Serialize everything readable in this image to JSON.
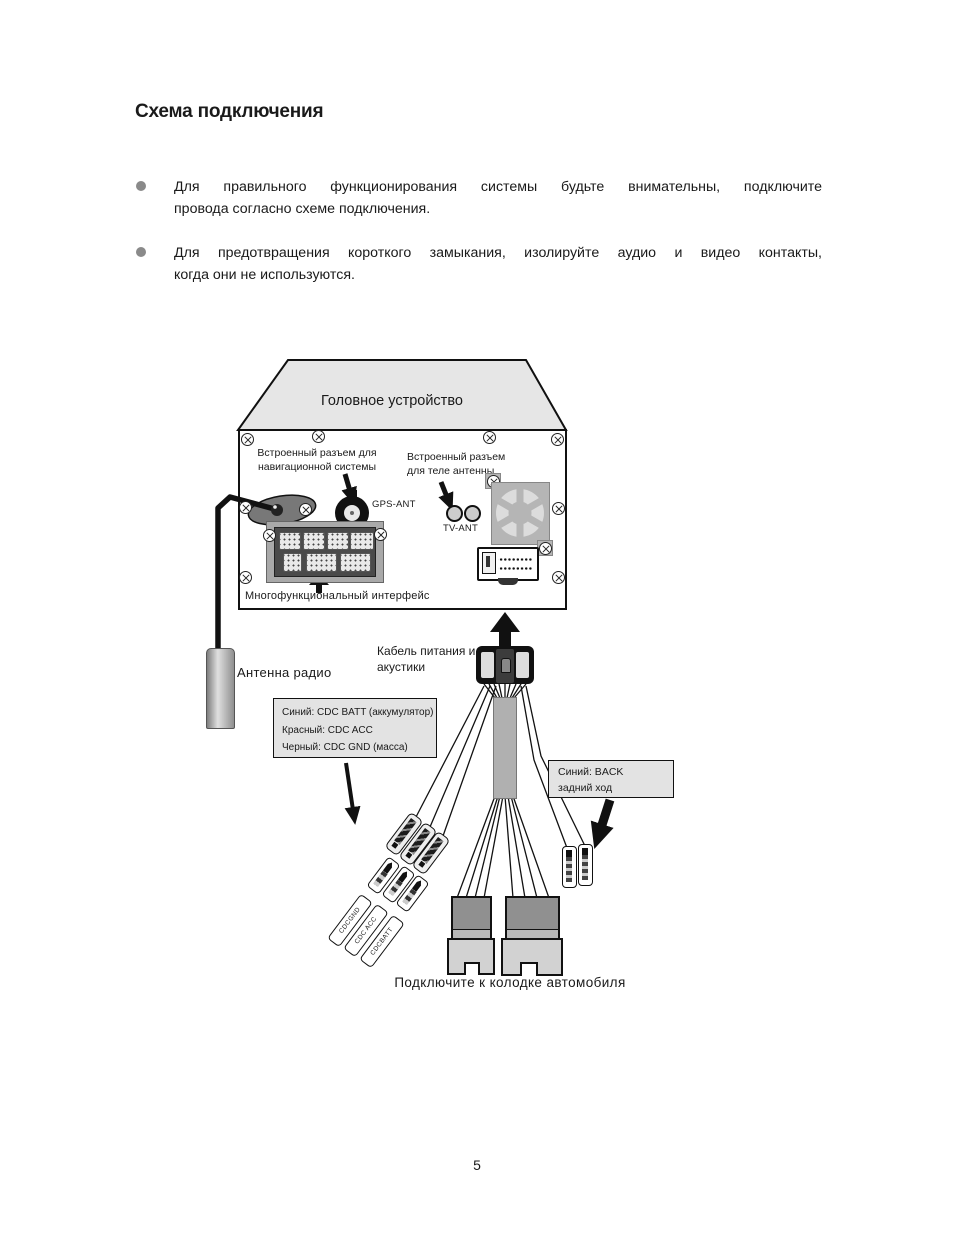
{
  "page": {
    "title": "Схема подключения",
    "page_number": "5",
    "bullets": [
      {
        "line1": "Для  правильного  функционирования  системы  будьте  внимательны,  подключите",
        "line2": "провода согласно схеме подключения."
      },
      {
        "line1": "Для  предотвращения  короткого  замыкания,  изолируйте  аудио  и  видео  контакты,",
        "line2": "когда они не используются."
      }
    ]
  },
  "diagram": {
    "head_unit_label": "Головное устройство",
    "nav_label_line1": "Встроенный разъем для",
    "nav_label_line2": "навигационной системы",
    "tv_label_line1": "Встроенный разъем",
    "tv_label_line2": "для теле антенны",
    "gps_ant_label": "GPS-ANT",
    "tv_ant_label": "TV-ANT",
    "multi_interface_label": "Многофункциональный интерфейс",
    "radio_antenna_label": "Антенна радио",
    "power_cable_line1": "Кабель питания и",
    "power_cable_line2": "акустики",
    "power_wire_box_line1": "Синий: CDC BATT (аккумулятор)",
    "power_wire_box_line2": "Красный: CDC ACC",
    "power_wire_box_line3": "Черный: CDC GND (масса)",
    "back_wire_box_line1": "Синий: BACK",
    "back_wire_box_line2": "задний ход",
    "wire_tags": [
      "CDCGND",
      "CDC ACC",
      "CDCBATT"
    ],
    "bottom_caption": "Подключите к колодке автомобиля"
  },
  "colors": {
    "text": "#1a1a1a",
    "line": "#111111",
    "box_fill": "#e3e3e3",
    "unit_top_fill": "#e6e6e6",
    "metal_gray": "#b5b5b5",
    "bullet_dot": "#8a8a8a"
  }
}
